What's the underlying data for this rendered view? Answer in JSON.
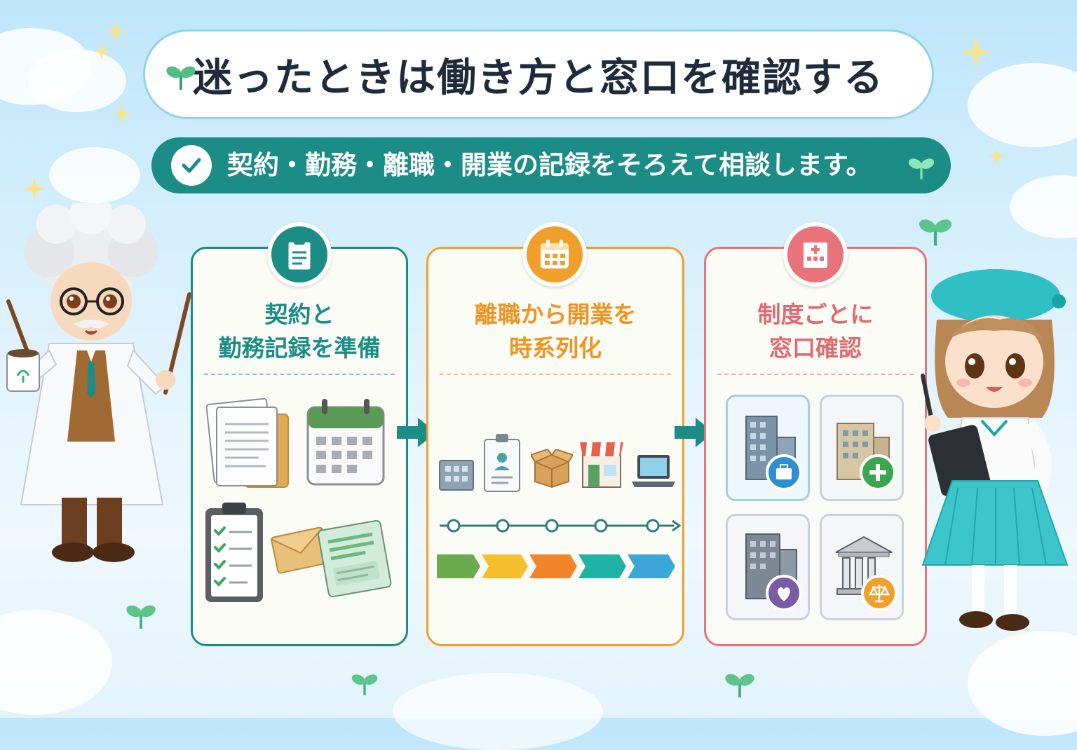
{
  "title": "迷ったときは働き方と窓口を確認する",
  "subtitle": "契約・勤務・離職・開業の記録をそろえて相談します。",
  "colors": {
    "teal": "#1b8c86",
    "orange": "#f0a02a",
    "red": "#e8737a",
    "title_border": "#8fd3ee"
  },
  "steps": [
    {
      "title_line1": "契約と",
      "title_line2": "勤務記録を準備",
      "icon": "clipboard-icon"
    },
    {
      "title_line1": "離職から開業を",
      "title_line2": "時系列化",
      "icon": "calendar-icon"
    },
    {
      "title_line1": "制度ごとに",
      "title_line2": "窓口確認",
      "icon": "hospital-building-icon"
    }
  ]
}
